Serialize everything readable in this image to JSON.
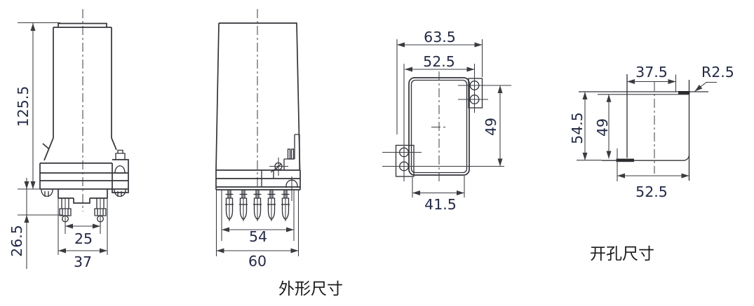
{
  "drawing": {
    "captions": {
      "outline": "外形尺寸",
      "cutout": "开孔尺寸"
    },
    "front": {
      "height": "125.5",
      "pin_length": "26.5",
      "pin_spacing": "25",
      "base_width": "37"
    },
    "side": {
      "pin_row_width": "54",
      "width": "60"
    },
    "panel": {
      "width": "63.5",
      "hole_span": "52.5",
      "hole_height": "49",
      "body_width": "41.5"
    },
    "cutout": {
      "top_width": "37.5",
      "corner_radius": "R2.5",
      "height": "54.5",
      "depth": "49",
      "width": "52.5"
    },
    "colors": {
      "line": "#33343a",
      "dim_text": "#232a45",
      "caption_text": "#1b1b1d",
      "background": "#ffffff"
    }
  }
}
